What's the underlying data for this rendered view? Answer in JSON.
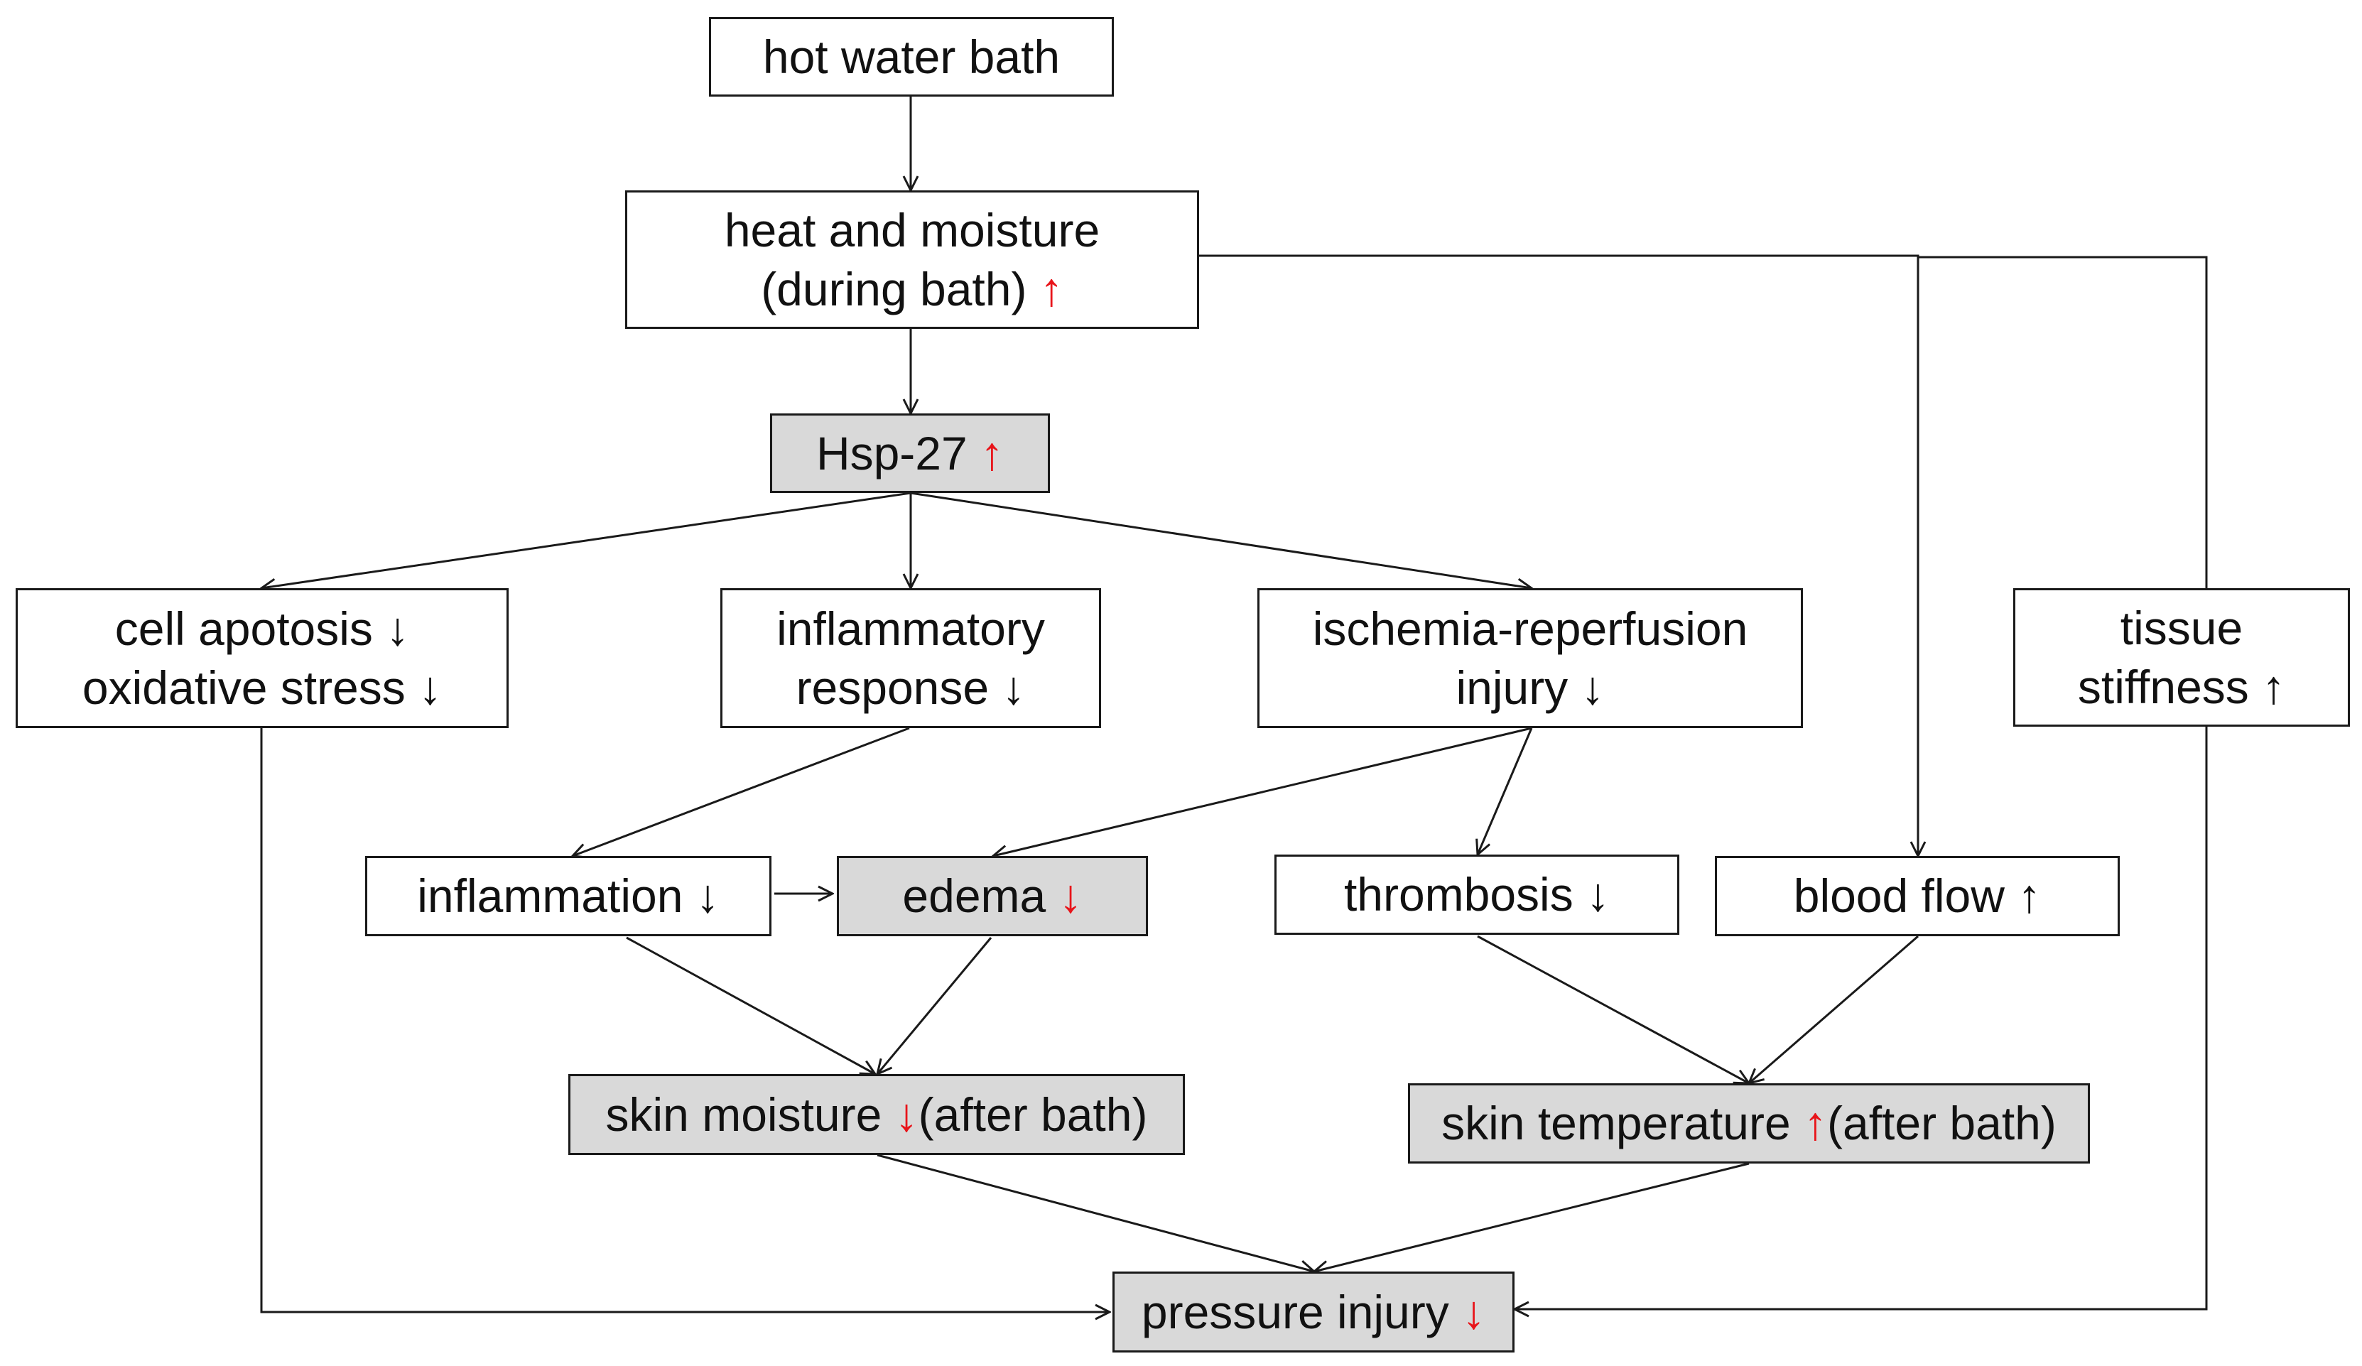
{
  "colors": {
    "highlight_arrow": "#e8141a",
    "shaded_fill": "#d9d9d9",
    "line": "#1a1a1a"
  },
  "nodes": {
    "hot_water_bath": {
      "lines": [
        "hot water bath"
      ]
    },
    "heat_moisture": {
      "lines": [
        "heat and moisture",
        "(during bath) <r>↑</r>"
      ]
    },
    "hsp27": {
      "lines": [
        "Hsp-27 <r>↑</r>"
      ]
    },
    "cell_apoptosis": {
      "lines": [
        "cell apotosis ↓",
        "oxidative stress ↓"
      ]
    },
    "inflammatory_response": {
      "lines": [
        "inflammatory",
        "response ↓"
      ]
    },
    "ischemia": {
      "lines": [
        "ischemia-reperfusion",
        "injury ↓"
      ]
    },
    "tissue_stiffness": {
      "lines": [
        "tissue",
        "stiffness ↑"
      ]
    },
    "inflammation": {
      "lines": [
        "inflammation ↓"
      ]
    },
    "edema": {
      "lines": [
        "edema <r>↓</r>"
      ]
    },
    "thrombosis": {
      "lines": [
        "thrombosis ↓"
      ]
    },
    "blood_flow": {
      "lines": [
        "blood flow ↑"
      ]
    },
    "skin_moisture": {
      "lines": [
        "skin moisture <r>↓</r>(after bath)"
      ]
    },
    "skin_temperature": {
      "lines": [
        "skin temperature <r>↑</r>(after bath)"
      ]
    },
    "pressure_injury": {
      "lines": [
        "pressure injury <r>↓</r>"
      ]
    }
  }
}
